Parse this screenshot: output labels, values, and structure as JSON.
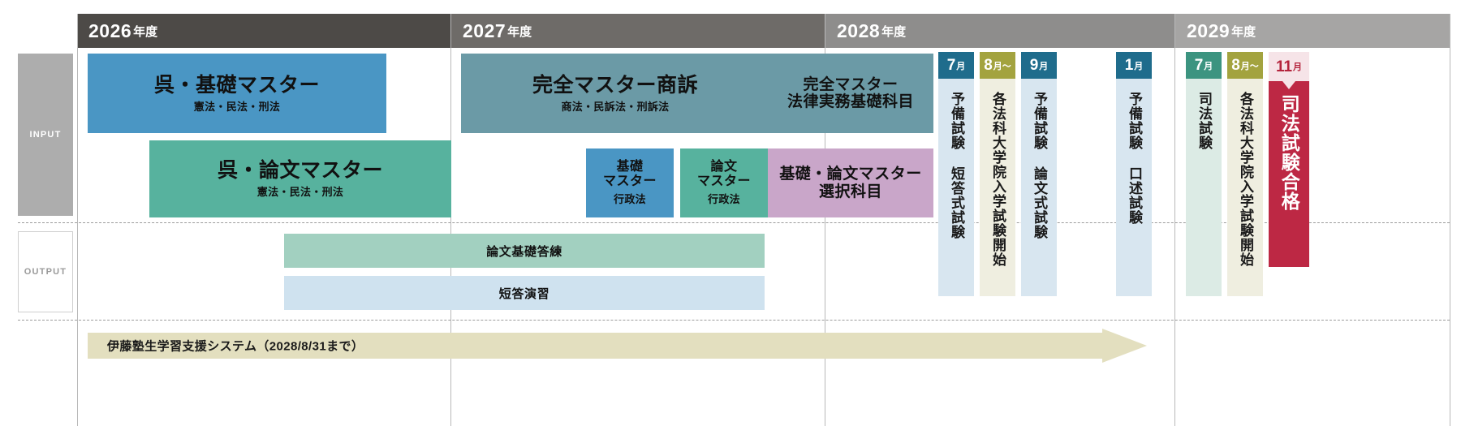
{
  "years": [
    {
      "label": "2026",
      "suffix": "年度",
      "color": "#4d4a47"
    },
    {
      "label": "2027",
      "suffix": "年度",
      "color": "#6e6b68"
    },
    {
      "label": "2028",
      "suffix": "年度",
      "color": "#8e8d8c"
    },
    {
      "label": "2029",
      "suffix": "年度",
      "color": "#a6a5a4"
    }
  ],
  "rail": {
    "input_label": "INPUT",
    "output_label": "OUTPUT"
  },
  "input_blocks": [
    {
      "title": "呉・基礎マスター",
      "subtitle": "憲法・民法・刑法",
      "color": "#4a96c4",
      "title_size": "25px",
      "sub_size": "13px"
    },
    {
      "title": "呉・論文マスター",
      "subtitle": "憲法・民法・刑法",
      "color": "#57b29e",
      "title_size": "25px",
      "sub_size": "13px"
    },
    {
      "title": "完全マスター商訴",
      "subtitle": "商法・民訴法・刑訴法",
      "color": "#6b9aa6",
      "title_size": "25px",
      "sub_size": "13px"
    },
    {
      "title": "基礎\nマスター",
      "subtitle": "行政法",
      "color": "#4a96c4",
      "title_size": "16px",
      "sub_size": "13px"
    },
    {
      "title": "論文\nマスター",
      "subtitle": "行政法",
      "color": "#57b29e",
      "title_size": "16px",
      "sub_size": "13px"
    },
    {
      "title": "完全マスター\n法律実務基礎科目",
      "subtitle": "",
      "color": "#6b9aa6",
      "title_size": "19px",
      "sub_size": "13px"
    },
    {
      "title": "基礎・論文マスター\n選択科目",
      "subtitle": "",
      "color": "#c9a6c9",
      "title_size": "19px",
      "sub_size": "13px"
    }
  ],
  "output_bars": [
    {
      "label": "論文基礎答練",
      "color": "#a2d0c0"
    },
    {
      "label": "短答演習",
      "color": "#cfe2ef"
    }
  ],
  "exams": [
    {
      "month": "7",
      "month_kanji": "月",
      "tab_color": "#1f6c8c",
      "tab_text": "#ffffff",
      "body_color": "#d8e6f0",
      "text": "予備試験 短答式試験",
      "font_size": "17px"
    },
    {
      "month": "8",
      "month_kanji": "月〜",
      "tab_color": "#a3a33f",
      "tab_text": "#ffffff",
      "body_color": "# efeee0",
      "text": "各法科大学院入学試験開始",
      "font_size": "17px"
    },
    {
      "month": "9",
      "month_kanji": "月",
      "tab_color": "#1f6c8c",
      "tab_text": "#ffffff",
      "body_color": "#d8e6f0",
      "text": "予備試験 論文式試験",
      "font_size": "17px"
    },
    {
      "month": "1",
      "month_kanji": "月",
      "tab_color": "#1f6c8c",
      "tab_text": "#ffffff",
      "body_color": "#d8e6f0",
      "text": "予備試験 口述試験",
      "font_size": "17px"
    },
    {
      "month": "7",
      "month_kanji": "月",
      "tab_color": "#3c9480",
      "tab_text": "#ffffff",
      "body_color": "#dcebe5",
      "text": "司法試験",
      "font_size": "17px"
    },
    {
      "month": "8",
      "month_kanji": "月〜",
      "tab_color": "#a3a33f",
      "tab_text": "#ffffff",
      "body_color": "#efeee0",
      "text": "各法科大学院入学試験開始",
      "font_size": "17px"
    },
    {
      "month": "11",
      "month_kanji": "月",
      "tab_color": "#f6e4e8",
      "tab_text": "#b4233c",
      "body_color": "#bd2844",
      "text": "司法試験合格",
      "font_size": "22px",
      "text_color": "#ffffff"
    }
  ],
  "footer_arrow": {
    "label": "伊藤塾生学習支援システム（2028/8/31まで）",
    "color": "#e3dfbf"
  }
}
